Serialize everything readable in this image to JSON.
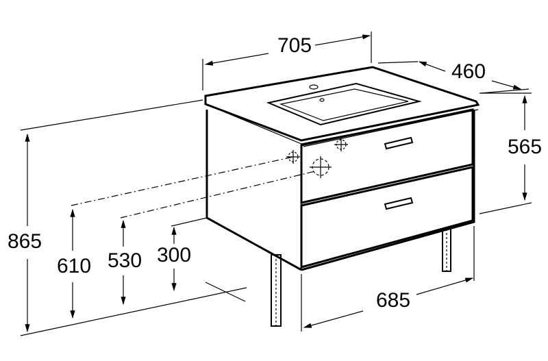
{
  "dimensions": {
    "width_top": "705",
    "depth": "460",
    "basin_height": "565",
    "total_height": "865",
    "drain_610": "610",
    "drain_530": "530",
    "drain_300": "300",
    "width_bottom": "685"
  },
  "colors": {
    "ink": "#000000",
    "background": "#ffffff"
  }
}
